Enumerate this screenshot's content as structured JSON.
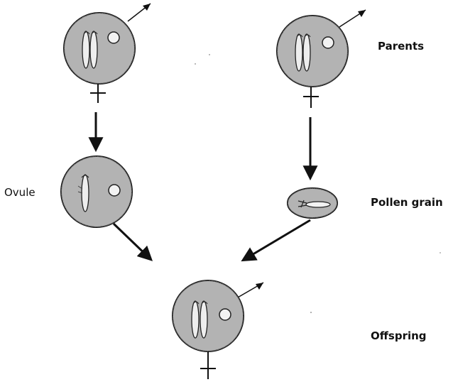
{
  "labels": {
    "parents": "Parents",
    "ovule": "Ovule",
    "pollen_grain": "Pollen grain",
    "offspring": "Offspring"
  },
  "colors": {
    "cell_fill": "#b3b3b3",
    "cell_outline": "#111111",
    "chromosome": "#f2f2f2",
    "arrow": "#111111"
  },
  "icons": {
    "male_symbol": "mars-arrow-icon",
    "female_symbol": "venus-cross-icon"
  }
}
